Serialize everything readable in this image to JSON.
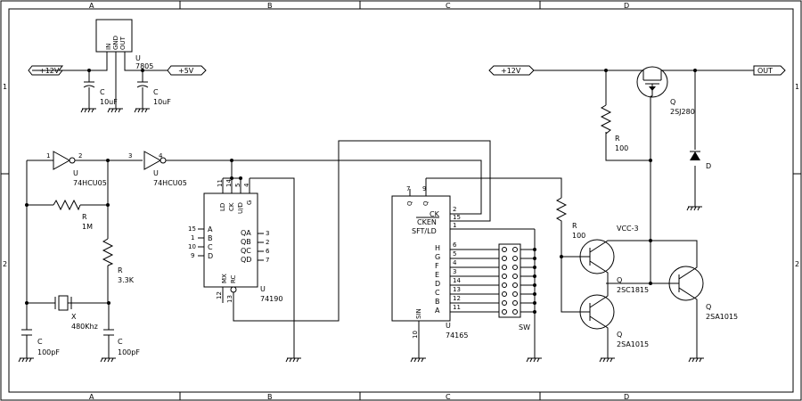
{
  "frame": {
    "columns": [
      "A",
      "B",
      "C",
      "D"
    ],
    "rows": [
      "1",
      "2"
    ]
  },
  "regulator": {
    "pins": [
      "IN",
      "GND",
      "OUT"
    ],
    "ref": "U",
    "part": "7805",
    "in_net": "+12V",
    "out_net": "+5V",
    "cap_in": {
      "ref": "C",
      "value": "10uF"
    },
    "cap_out": {
      "ref": "C",
      "value": "10uF"
    }
  },
  "oscillator": {
    "inv1": {
      "ref": "U",
      "part": "74HCU05",
      "pin_in": "1",
      "pin_out": "2"
    },
    "inv2": {
      "ref": "U",
      "part": "74HCU05",
      "pin_in": "3",
      "pin_out": "4"
    },
    "r_feedback": {
      "ref": "R",
      "value": "1M"
    },
    "r_series": {
      "ref": "R",
      "value": "3.3K"
    },
    "crystal": {
      "ref": "X",
      "value": "480Khz"
    },
    "cap_a": {
      "ref": "C",
      "value": "100pF"
    },
    "cap_b": {
      "ref": "C",
      "value": "100pF"
    }
  },
  "counter": {
    "ref": "U",
    "part": "74190",
    "top_pins": [
      "11",
      "14",
      "5",
      "4"
    ],
    "top_labels": [
      "LD",
      "CK",
      "U/D",
      "G"
    ],
    "inputs": [
      {
        "pin": "15",
        "label": "A"
      },
      {
        "pin": "1",
        "label": "B"
      },
      {
        "pin": "10",
        "label": "C"
      },
      {
        "pin": "9",
        "label": "D"
      }
    ],
    "outputs": [
      {
        "pin": "3",
        "label": "QA"
      },
      {
        "pin": "2",
        "label": "QB"
      },
      {
        "pin": "6",
        "label": "QC"
      },
      {
        "pin": "7",
        "label": "QD"
      }
    ],
    "bottom_labels": [
      "MX",
      "RC"
    ],
    "bottom_pins": [
      "12",
      "13"
    ]
  },
  "shift_register": {
    "ref": "U",
    "part": "74165",
    "top_pins": [
      "7",
      "9"
    ],
    "top_labels": [
      "Q",
      "Q"
    ],
    "control": [
      {
        "pin": "2",
        "label": "CK"
      },
      {
        "pin": "15",
        "label": "CKEN"
      },
      {
        "pin": "1",
        "label": "SFT/LD"
      }
    ],
    "inputs": [
      {
        "pin": "6",
        "label": "H"
      },
      {
        "pin": "5",
        "label": "G"
      },
      {
        "pin": "4",
        "label": "F"
      },
      {
        "pin": "3",
        "label": "E"
      },
      {
        "pin": "14",
        "label": "D"
      },
      {
        "pin": "13",
        "label": "C"
      },
      {
        "pin": "12",
        "label": "B"
      },
      {
        "pin": "11",
        "label": "A"
      }
    ],
    "sin_label": "SIN",
    "sin_pin": "10",
    "switch_ref": "SW"
  },
  "driver": {
    "supply": "+12V",
    "out_net": "OUT",
    "mosfet": {
      "ref": "Q",
      "part": "2SJ280"
    },
    "r_gate": {
      "ref": "R",
      "value": "100"
    },
    "r_base": {
      "ref": "R",
      "value": "100"
    },
    "diode": {
      "ref": "D"
    },
    "vcc_label": "VCC-3",
    "q_npn": {
      "ref": "Q",
      "part": "2SC1815"
    },
    "q_pnp_low": {
      "ref": "Q",
      "part": "2SA1015"
    },
    "q_pnp_right": {
      "ref": "Q",
      "part": "2SA1015"
    }
  }
}
